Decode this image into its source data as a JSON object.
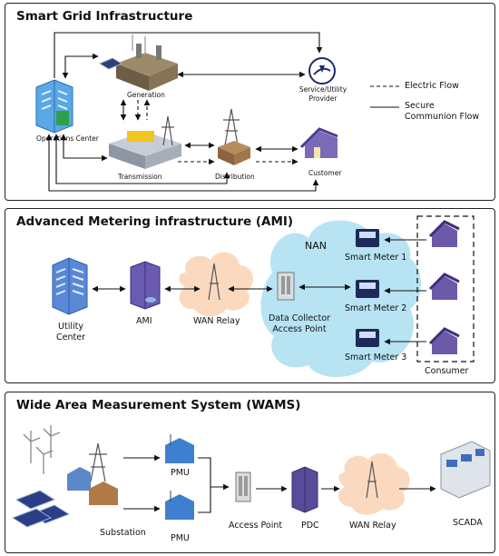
{
  "sections": {
    "smart_grid": {
      "title": "Smart Grid Infrastructure",
      "labels": {
        "generation": "Generation",
        "service_provider": "Service/Utility Provider",
        "operations_center": "Operations Center",
        "transmission": "Transmission",
        "distribution": "Distribution",
        "customer": "Customer"
      },
      "legend": {
        "electric_flow": "Electric Flow",
        "secure_flow": "Secure Communion Flow"
      }
    },
    "ami": {
      "title": "Advanced Metering infrastructure (AMI)",
      "labels": {
        "utility_center": "Utility Center",
        "ami": "AMI",
        "wan_relay": "WAN Relay",
        "data_collector": "Data Collector Access Point",
        "nan": "NAN",
        "meter_1": "Smart Meter 1",
        "meter_2": "Smart Meter 2",
        "meter_3": "Smart Meter 3",
        "consumer": "Consumer"
      }
    },
    "wams": {
      "title": "Wide Area Measurement System (WAMS)",
      "labels": {
        "substation": "Substation",
        "pmu_top": "PMU",
        "pmu_bottom": "PMU",
        "access_point": "Access Point",
        "pdc": "PDC",
        "wan_relay": "WAN Relay",
        "scada": "SCADA"
      }
    }
  },
  "colors": {
    "cloud": "#b7e3f3",
    "relay_cloud": "#fbd9bf",
    "building": "#4a78c8",
    "server": "#5a4b9a",
    "house": "#6c5aa8"
  }
}
